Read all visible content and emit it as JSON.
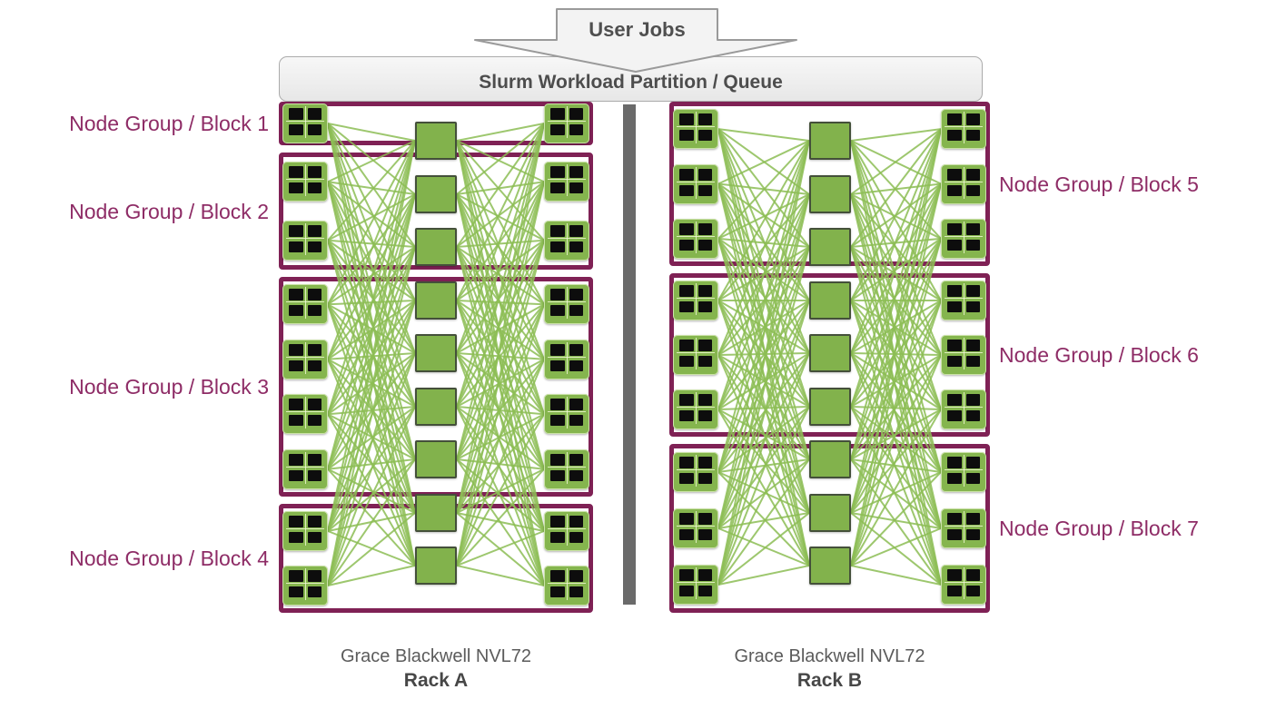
{
  "arrow": {
    "label": "User Jobs"
  },
  "queue": {
    "label": "Slurm Workload Partition / Queue"
  },
  "colors": {
    "green": "#82b24c",
    "line_green": "#8dbe55",
    "node_green": "#85b54e",
    "purple": "#7f2155",
    "label_purple": "#8e2c66",
    "gray_text": "#5b5b5b",
    "divider": "#6a6a6a"
  },
  "icons": {
    "flow": "down-arrow-icon",
    "compute_node": "quad-gpu-tray-icon",
    "switch": "nvswitch-icon"
  },
  "racks": [
    {
      "caption": "Grace Blackwell NVL72",
      "rack_name": "Rack A",
      "label_side": "left",
      "switch_count": 9,
      "blocks": [
        {
          "label": "Node Group / Block 1",
          "nodes_per_side": 1
        },
        {
          "label": "Node Group / Block 2",
          "nodes_per_side": 2
        },
        {
          "label": "Node Group / Block 3",
          "nodes_per_side": 4
        },
        {
          "label": "Node Group / Block 4",
          "nodes_per_side": 2
        }
      ]
    },
    {
      "caption": "Grace Blackwell NVL72",
      "rack_name": "Rack B",
      "label_side": "right",
      "switch_count": 9,
      "blocks": [
        {
          "label": "Node Group / Block 5",
          "nodes_per_side": 3
        },
        {
          "label": "Node Group / Block 6",
          "nodes_per_side": 3
        },
        {
          "label": "Node Group / Block 7",
          "nodes_per_side": 3
        }
      ]
    }
  ]
}
